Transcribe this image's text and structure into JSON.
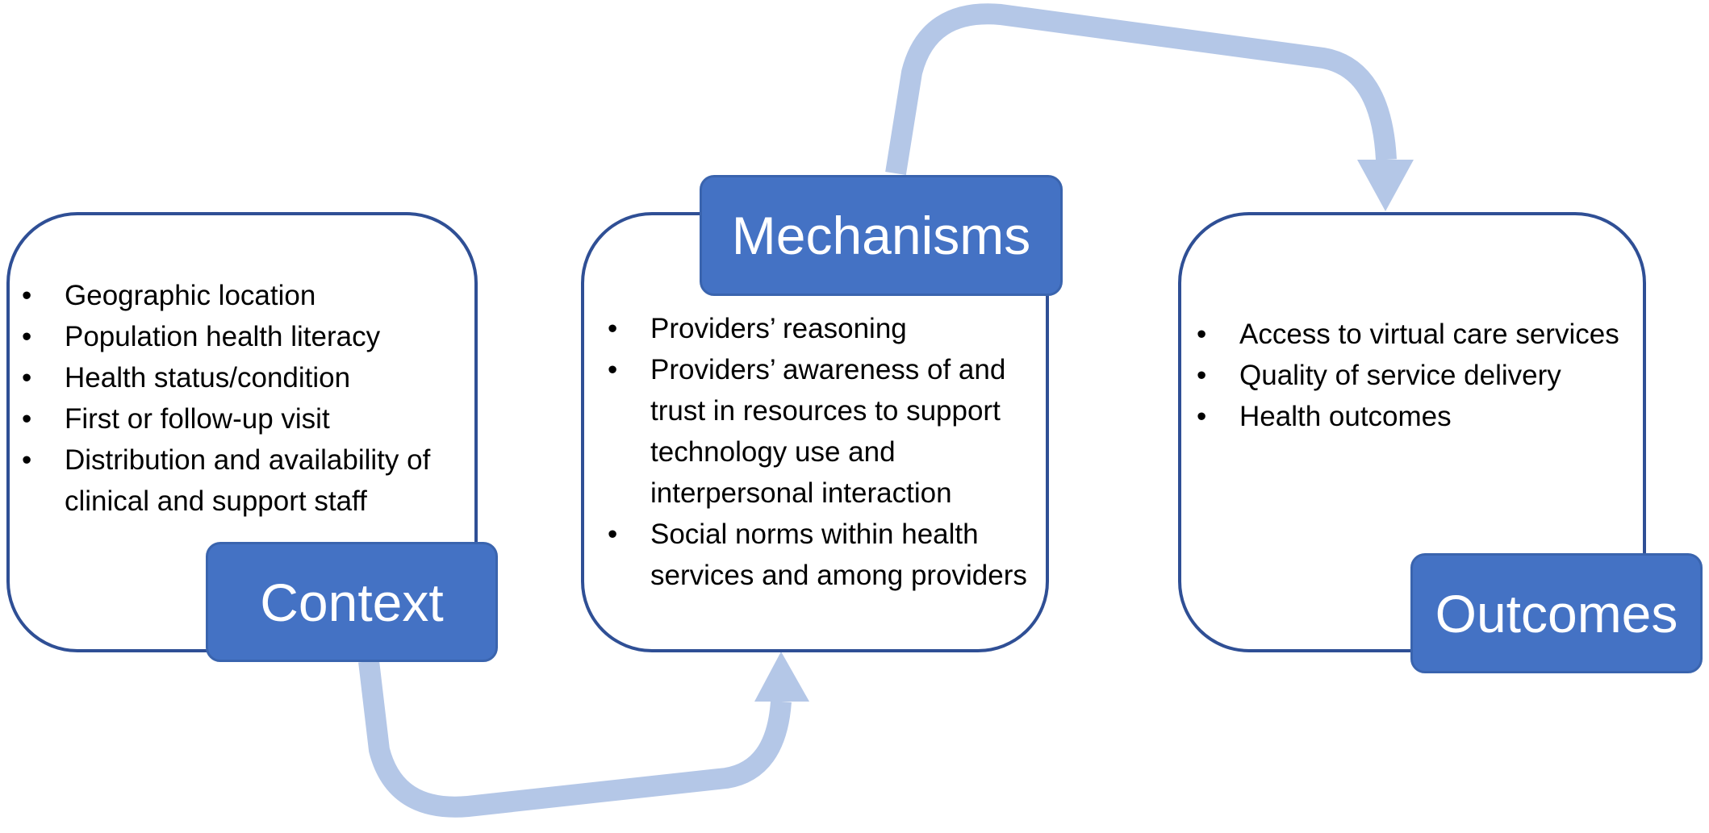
{
  "colors": {
    "box_border": "#2f4f95",
    "label_fill": "#4472c4",
    "arrow": "#b4c7e7"
  },
  "context": {
    "title": "Context",
    "items": [
      "Geographic location",
      "Population health literacy",
      "Health status/condition",
      "First or follow-up visit",
      "Distribution and availability of clinical and support staff"
    ]
  },
  "mechanisms": {
    "title": "Mechanisms",
    "items": [
      "Providers’ reasoning",
      "Providers’ awareness of and trust in resources to support technology use and interpersonal interaction",
      "Social norms within health services and among providers"
    ]
  },
  "outcomes": {
    "title": "Outcomes",
    "items": [
      "Access to virtual care services",
      "Quality of service delivery",
      "Health outcomes"
    ]
  },
  "connectors": [
    {
      "from": "Context",
      "to": "Mechanisms"
    },
    {
      "from": "Mechanisms",
      "to": "Outcomes"
    }
  ]
}
